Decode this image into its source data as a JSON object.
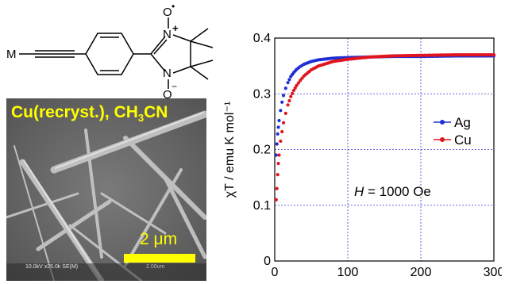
{
  "scheme": {
    "metal_label": "M",
    "n_plus": "N",
    "plus_sign": "+",
    "n_plain": "N",
    "o_top": "O",
    "o_bottom": "O",
    "dot": "•",
    "minus": "−"
  },
  "sem": {
    "label_main": "Cu(recryst.), CH",
    "label_sub": "3",
    "label_end": "CN",
    "scale_text": "2 μm",
    "info_text": "10.0kV x25.0k SE(M)",
    "info_scale": "2.00um",
    "colors": {
      "label": "#ffff00",
      "scale_bar": "#ffff00"
    }
  },
  "chart_data": {
    "type": "scatter",
    "ylabel": "χT / emu K mol⁻¹",
    "xlim": [
      0,
      300
    ],
    "ylim": [
      0,
      0.4
    ],
    "xticks": [
      "0",
      "100",
      "200",
      "300"
    ],
    "yticks": [
      "0",
      "0.1",
      "0.2",
      "0.3",
      "0.4"
    ],
    "grid": true,
    "legend_position": "middle-right",
    "annotation": {
      "italic": "H",
      "rest": " = 1000 Oe"
    },
    "series": [
      {
        "name": "Ag",
        "color": "#1f2fd6",
        "x": [
          2,
          3,
          4,
          5,
          6,
          8,
          10,
          12,
          15,
          18,
          22,
          26,
          30,
          35,
          40,
          50,
          60,
          80,
          100,
          130,
          160,
          200,
          250,
          300
        ],
        "y": [
          0.19,
          0.21,
          0.228,
          0.24,
          0.252,
          0.27,
          0.285,
          0.297,
          0.31,
          0.32,
          0.331,
          0.338,
          0.344,
          0.349,
          0.353,
          0.358,
          0.361,
          0.364,
          0.365,
          0.366,
          0.367,
          0.367,
          0.368,
          0.368
        ]
      },
      {
        "name": "Cu",
        "color": "#e0151d",
        "x": [
          2,
          3,
          4,
          5,
          6,
          8,
          10,
          12,
          15,
          18,
          22,
          26,
          30,
          35,
          40,
          50,
          60,
          80,
          100,
          130,
          160,
          200,
          250,
          300
        ],
        "y": [
          0.11,
          0.13,
          0.155,
          0.175,
          0.19,
          0.215,
          0.232,
          0.248,
          0.265,
          0.28,
          0.295,
          0.306,
          0.315,
          0.324,
          0.332,
          0.343,
          0.35,
          0.358,
          0.362,
          0.366,
          0.368,
          0.369,
          0.37,
          0.37
        ]
      }
    ]
  }
}
